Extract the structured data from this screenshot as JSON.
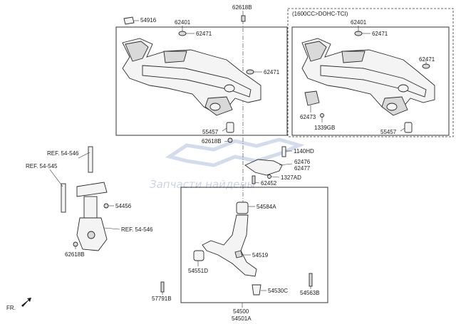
{
  "variant_box_title": "(1600CC>DOHC-TCI)",
  "watermark_text": "Запчасти найдены",
  "direction_label": "FR.",
  "labels": {
    "p54916": "54916",
    "p62618B_top": "62618B",
    "p62401_main": "62401",
    "p62471_main_a": "62471",
    "p62471_main_b": "62471",
    "p55457_main": "55457",
    "p62401_alt": "62401",
    "p62471_alt_a": "62471",
    "p62471_alt_b": "62471",
    "p62473": "62473",
    "p1339GB": "1339GB",
    "p55457_alt": "55457",
    "p62618B_mid": "62618B",
    "p1140HD": "1140HD",
    "p62476": "62476",
    "p62477": "62477",
    "p1327AD": "1327AD",
    "p62452": "62452",
    "ref_top": "REF. 54-546",
    "ref_545": "REF. 54-545",
    "p54456": "54456",
    "ref_bottom": "REF. 54-546",
    "p62618B_low": "62618B",
    "p54584A": "54584A",
    "p54519": "54519",
    "p54551D": "54551D",
    "p54530C": "54530C",
    "p54563B": "54563B",
    "p57791B": "57791B",
    "p54500": "54500",
    "p54501A": "54501A"
  }
}
